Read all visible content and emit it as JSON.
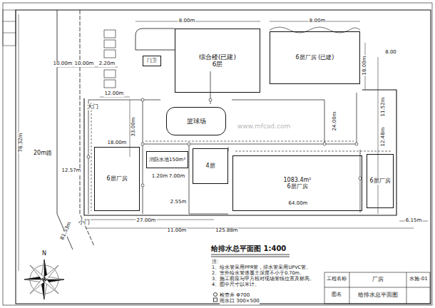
{
  "diagram": {
    "title": "给排水总平面图 1:400",
    "nodes": [
      {
        "text": [
          "综合楼(已建)",
          "6层"
        ]
      },
      {
        "text": [
          "6层厂房 (已建)"
        ]
      },
      {
        "text": [
          "篮球场"
        ]
      },
      {
        "text": [
          "门卫"
        ]
      },
      {
        "text": [
          "消防水池150m³"
        ]
      },
      {
        "text": [
          "6层厂房"
        ]
      },
      {
        "text": [
          "4层"
        ]
      },
      {
        "text": [
          "1083.4m²",
          "6层厂房"
        ]
      },
      {
        "text": [
          "6层厂房"
        ]
      }
    ],
    "labels": [
      "10.00m",
      "10.00m",
      "2.20m",
      "8.00m",
      "8.00m",
      "8.00",
      "18.00m",
      "24.00m",
      "11.52m",
      "12.48m",
      "12.00m",
      "33.00m",
      "12.57m",
      "18.00m",
      "1.20m",
      "7.00m",
      "2.55m",
      "64.00m",
      "27.00m",
      "11.00m",
      "125.88m",
      "6.15m",
      "78.32m",
      "81.53m",
      "20m路",
      "大门",
      "小门",
      "N",
      "www.mfcad.com",
      "注:",
      "1、给水管采用PPR管，排水管采用UPVC管。",
      "2、室外给水管道覆土深度不小于0.70m。",
      "3、施工前应与甲方核对现场管线位置及标高。",
      "4、图中尺寸以米计。",
      "厂房",
      "给排水总平面图",
      "工程名称",
      "图名",
      "水施-01"
    ],
    "legend": [
      {
        "text": "检查井 Φ700"
      },
      {
        "text": "雨水口 300×500"
      }
    ]
  }
}
